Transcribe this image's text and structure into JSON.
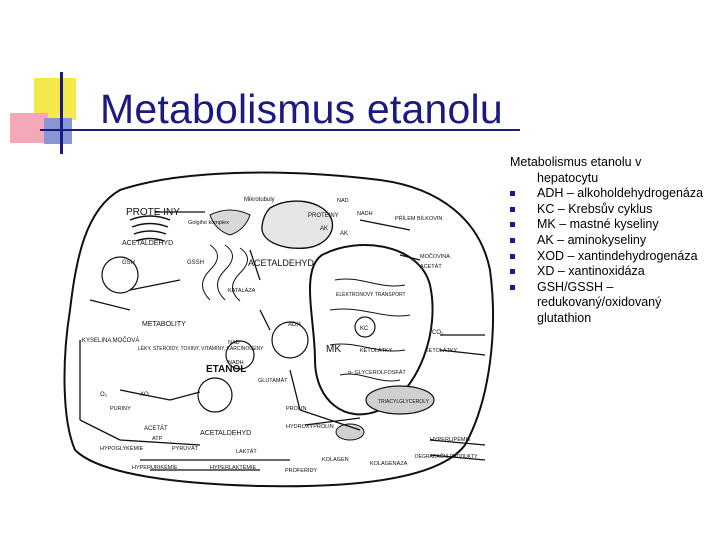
{
  "slide": {
    "title": "Metabolismus etanolu",
    "sidebar": {
      "intro_line1": "Metabolismus etanolu v",
      "intro_line2": "hepatocytu",
      "items": [
        "ADH – alkoholdehydrogenáza",
        "KC – Krebsův cyklus",
        "MK – mastné kyseliny",
        "AK – aminokyseliny",
        "XOD – xantindehydrogenáza",
        "XD – xantinoxidáza",
        "GSH/GSSH – redukovaný/oxidovaný glutathion"
      ]
    },
    "diagram": {
      "labels": {
        "proteiny_left": "PROTE INY",
        "mikrotubuly": "Mikrotubuly",
        "golgi": "Golgiho komplex",
        "acetaldehyd_left": "ACETALDEHYD",
        "gsh": "GSH",
        "gssh": "GSSH",
        "metabolity": "METABOLITY",
        "kyselina_mocova": "KYSELINA MOČOVÁ",
        "leky": "LÉKY, STEROIDY, TOXINY, VITAMÍNY, KARCINOGENY",
        "etanol": "ETANOL",
        "o2": "O₂",
        "xo": "XO",
        "purin": "PURINY",
        "acetat": "ACETÁT",
        "atp": "ATP",
        "hypoglykemie": "HYPOGLYKÉMIE",
        "pyruvat": "PYRUVÁT",
        "hyperurikemie": "HYPERURIKÉMIE",
        "hyperlaktemie": "HYPERLAKTÉMIE",
        "proteiny_top": "PROTEINY",
        "ak": "AK",
        "nad_top": "NAD",
        "nadh_top": "NADH",
        "prilem_bilkovin": "PŘÍLEM BÍLKOVIN",
        "ak_right": "AK",
        "mocovina": "MOČOVINA",
        "acetat_right": "ACETÁT",
        "acetaldehyd_center": "ACETALDEHYD",
        "katalaza": "KATALÁZA",
        "elektronovy_transport": "ELEKTRONOVÝ TRANSPORT",
        "kc": "KC",
        "co2": "CO₂",
        "ketolatky": "KETOLÁTKY",
        "adh": "ADH",
        "mk": "MK",
        "ketolatky_center": "KETOLÁTKY",
        "glycerolfosfat": "α- GLYCEROLFOSFÁT",
        "glutamat": "GLUTAMÁT",
        "nad_mid": "NAD",
        "nadh_mid": "NADH",
        "prolin": "PROLIN",
        "acetaldehyd_bottom": "ACETALDEHYD",
        "hydroxyprolin": "HYDROXYPROLIN",
        "laktat": "LAKTÁT",
        "kolagen": "KOLAGEN",
        "proferidy": "PROFERIDY",
        "kolagenaza": "KOLAGENÁZA",
        "hyperlipemie": "HYPERLIPÉMIE",
        "odbouravaci_produkty": "DEGRADAČNÍ PRODUKTY",
        "triacylglyceroly": "TRIACYLGLYCEROLY"
      }
    }
  }
}
